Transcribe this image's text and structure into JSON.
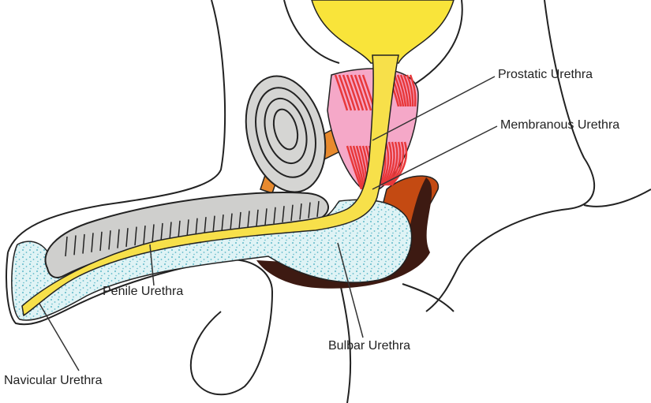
{
  "title": "Urethra anatomy diagram",
  "labels": {
    "prostatic": "Prostatic Urethra",
    "membranous": "Membranous Urethra",
    "penile": "Penile Urethra",
    "bulbar": "Bulbar Urethra",
    "navicular": "Navicular Urethra"
  },
  "colors": {
    "bladder": "#f9e43a",
    "urethra": "#f7e04a",
    "prostate": "#f5a8c8",
    "muscle_stripes": "#e8383a",
    "spongiosum": "#dff3f5",
    "spongiosum_dots": "#5fb9c9",
    "cavernosum": "#cfcfcd",
    "bone": "#d5d5d3",
    "ligament": "#e88a2e",
    "bulb": "#3d1a12",
    "perineal": "#c44a12"
  }
}
